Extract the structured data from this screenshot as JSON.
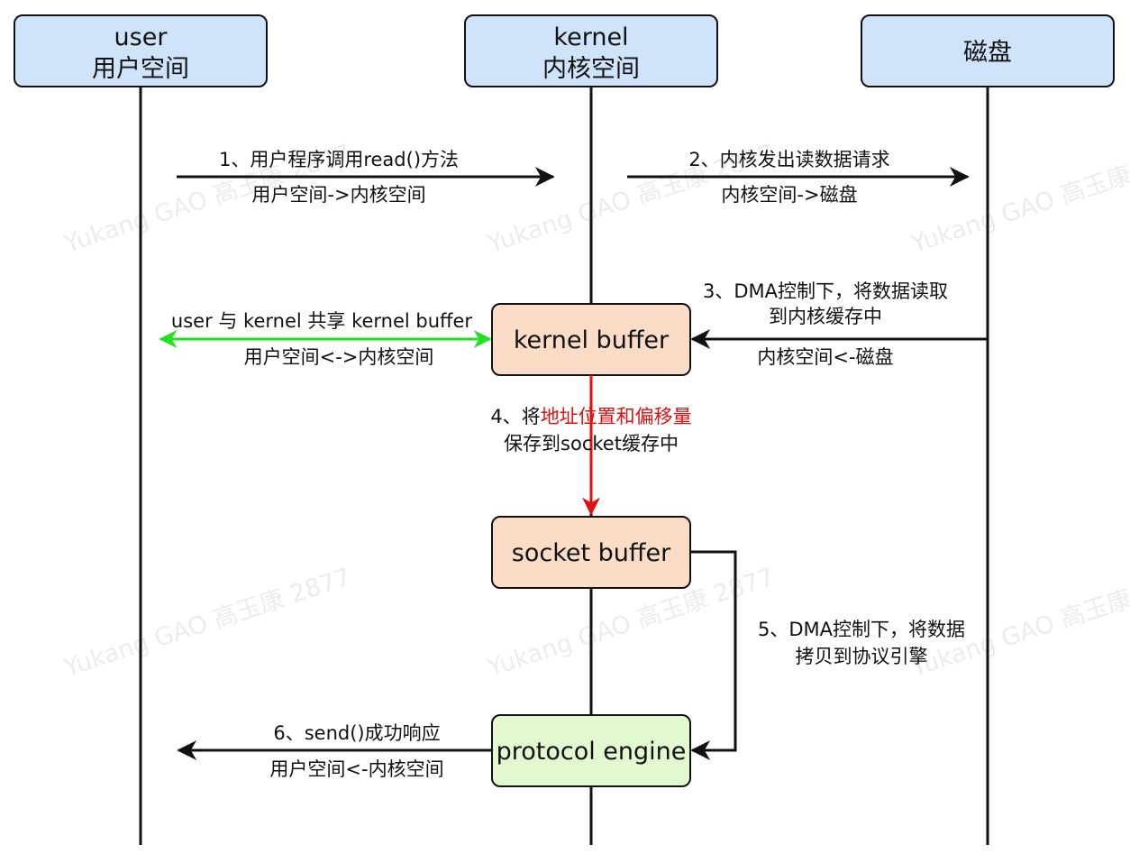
{
  "watermark": "Yukang GAO 高玉康 2877",
  "colors": {
    "header_fill": "#cfe3fb",
    "buffer_fill": "#fbdcc6",
    "engine_fill": "#e2f8d0",
    "line": "#111111",
    "green_arrow": "#22e022",
    "red_arrow": "#e01010",
    "highlight_text": "#e01010"
  },
  "lanes": {
    "user": {
      "line1": "user",
      "line2": "用户空间"
    },
    "kernel": {
      "line1": "kernel",
      "line2": "内核空间"
    },
    "disk": {
      "label": "磁盘"
    }
  },
  "boxes": {
    "kernel_buffer": "kernel buffer",
    "socket_buffer": "socket buffer",
    "protocol_engine": "protocol engine"
  },
  "steps": {
    "s1": {
      "title": "1、用户程序调用read()方法",
      "sub": "用户空间->内核空间"
    },
    "s2": {
      "title": "2、内核发出读数据请求",
      "sub": "内核空间->磁盘"
    },
    "s3": {
      "line1": "3、DMA控制下，将数据读取",
      "line2": "到内核缓存中",
      "sub": "内核空间<-磁盘"
    },
    "shared": {
      "title": "user 与 kernel 共享 kernel buffer",
      "sub": "用户空间<->内核空间"
    },
    "s4": {
      "prefix": "4、将",
      "highlight": "地址位置和偏移量",
      "line2": "保存到socket缓存中"
    },
    "s5": {
      "line1": "5、DMA控制下，将数据",
      "line2": "拷贝到协议引擎"
    },
    "s6": {
      "title": "6、send()成功响应",
      "sub": "用户空间<-内核空间"
    }
  }
}
